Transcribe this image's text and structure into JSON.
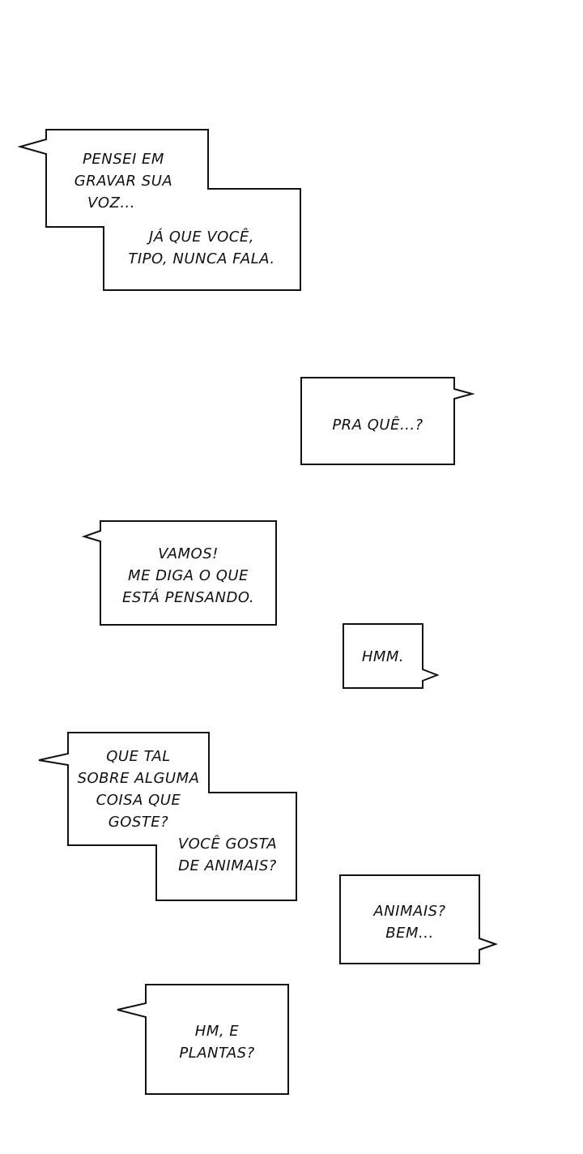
{
  "dialogue": [
    {
      "id": "b1",
      "speaker_side": "left",
      "lines_a": [
        "PENSEI EM",
        "GRAVAR SUA",
        "VOZ..."
      ],
      "lines_b": [
        "JÁ QUE VOCÊ,",
        "TIPO, NUNCA FALA."
      ]
    },
    {
      "id": "b2",
      "speaker_side": "right",
      "lines": [
        "PRA QUÊ...?"
      ]
    },
    {
      "id": "b3",
      "speaker_side": "left",
      "lines": [
        "VAMOS!",
        "ME DIGA O QUE",
        "ESTÁ PENSANDO."
      ]
    },
    {
      "id": "b4",
      "speaker_side": "right",
      "lines": [
        "HMM."
      ]
    },
    {
      "id": "b5",
      "speaker_side": "left",
      "lines_a": [
        "QUE TAL",
        "SOBRE ALGUMA",
        "COISA QUE",
        "GOSTE?"
      ],
      "lines_b": [
        "VOCÊ GOSTA",
        "DE ANIMAIS?"
      ]
    },
    {
      "id": "b6",
      "speaker_side": "right",
      "lines": [
        "ANIMAIS?",
        "BEM..."
      ]
    },
    {
      "id": "b7",
      "speaker_side": "left",
      "lines": [
        "HM, E",
        "PLANTAS?"
      ]
    }
  ],
  "colors": {
    "background": "#ffffff",
    "ink": "#111111"
  }
}
